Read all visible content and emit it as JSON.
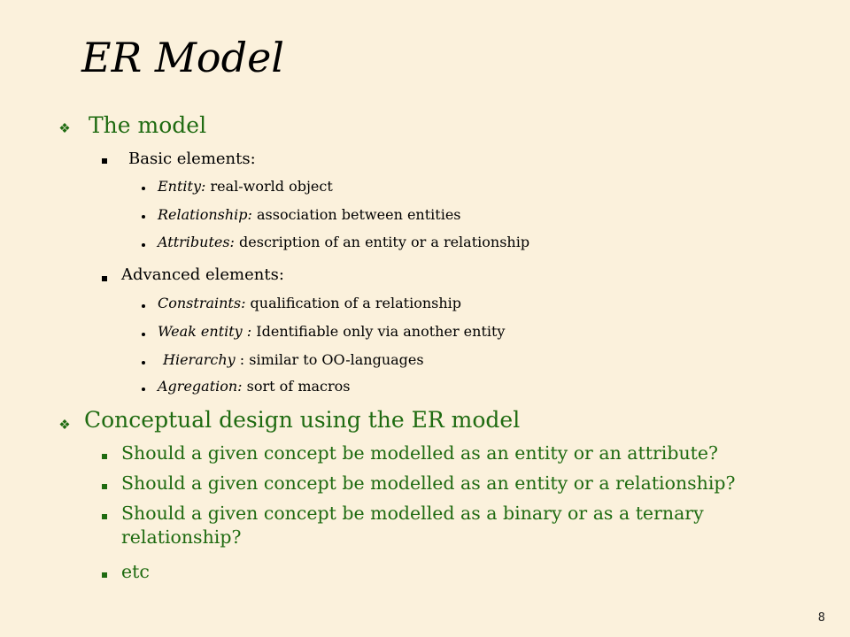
{
  "title": "ER Model",
  "sections": [
    {
      "heading": "The model",
      "groups": [
        {
          "label": "Basic elements:",
          "items": [
            {
              "term": "Entity:",
              "text": " real-world object"
            },
            {
              "term": "Relationship:",
              "text": " association between entities"
            },
            {
              "term": "Attributes:",
              "text": " description of an entity or a relationship"
            }
          ]
        },
        {
          "label": "Advanced elements:",
          "items": [
            {
              "term": "Constraints:",
              "text": " qualification of a relationship"
            },
            {
              "term": "Weak entity :",
              "text": " Identifiable only via another entity"
            },
            {
              "term": "Hierarchy",
              "text": " : similar to OO-languages"
            },
            {
              "term": "Agregation:",
              "text": " sort of macros"
            }
          ]
        }
      ]
    },
    {
      "heading": "Conceptual design using the  ER model",
      "items": [
        "Should a given concept be modelled as an entity or an attribute?",
        "Should a given concept be modelled  as an entity or a relationship?",
        "Should a given concept be modelled  as a binary or as a ternary",
        "relationship?",
        "etc"
      ]
    }
  ],
  "slide_number": "8",
  "colors": {
    "background": "#FBF1DC",
    "accent": "#1F6B11"
  },
  "icons": {
    "level1_bullet": "diamond-icon",
    "level2_bullet": "square-icon",
    "level3_bullet": "dot-icon"
  }
}
